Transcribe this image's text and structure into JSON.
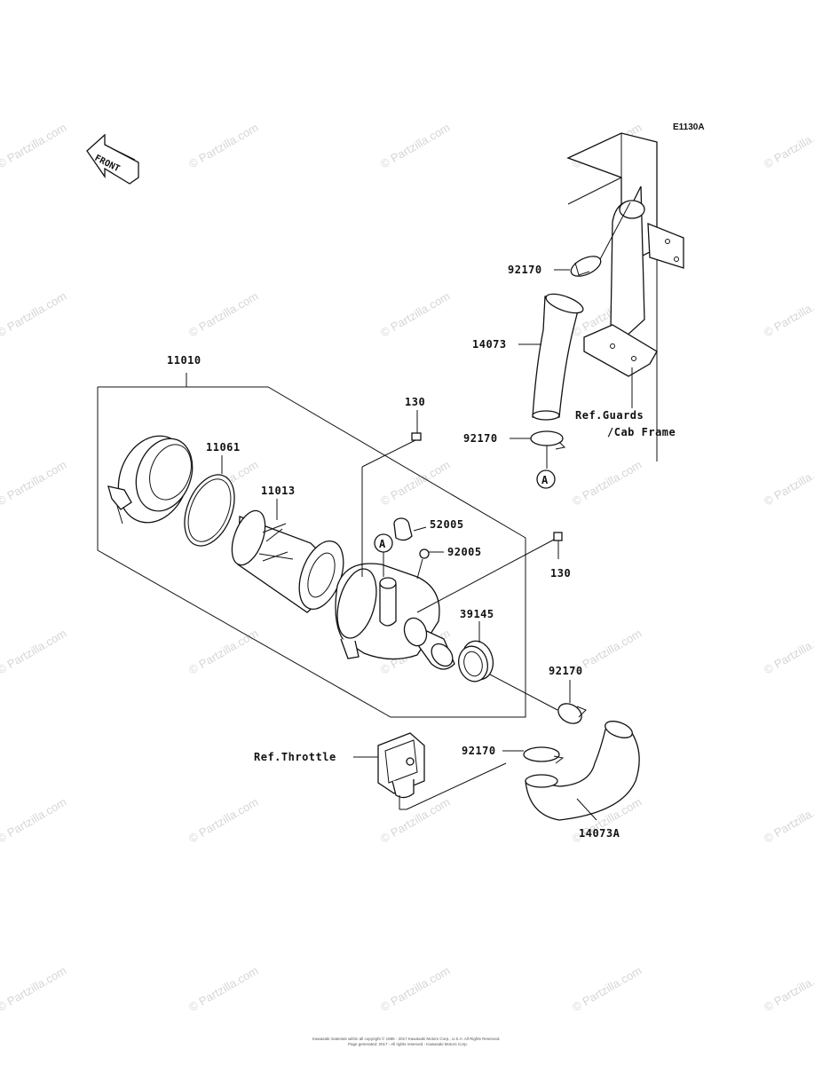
{
  "diagram": {
    "code": "E1130A",
    "front_label": "FRONT",
    "callout_letter": "A",
    "footer_lines": [
      "Kawasaki materials within all copyright © 1995 - 2017 Kawasaki Motors Corp., U.S.A. All Rights Reserved.",
      "Page generated: 2017 - All rights reserved - Kawasaki Motors Corp."
    ],
    "watermark_text": "© Partzilla.com",
    "labels": {
      "p11010": "11010",
      "p11061": "11061",
      "p11013": "11013",
      "p130_top": "130",
      "p130_right": "130",
      "p52005": "52005",
      "p92005": "92005",
      "p39145": "39145",
      "p92170_top": "92170",
      "p14073": "14073",
      "p92170_mid": "92170",
      "p92170_r1": "92170",
      "p92170_r2": "92170",
      "p14073A": "14073A",
      "ref_guards_1": "Ref.Guards",
      "ref_guards_2": "/Cab Frame",
      "ref_throttle": "Ref.Throttle"
    }
  }
}
